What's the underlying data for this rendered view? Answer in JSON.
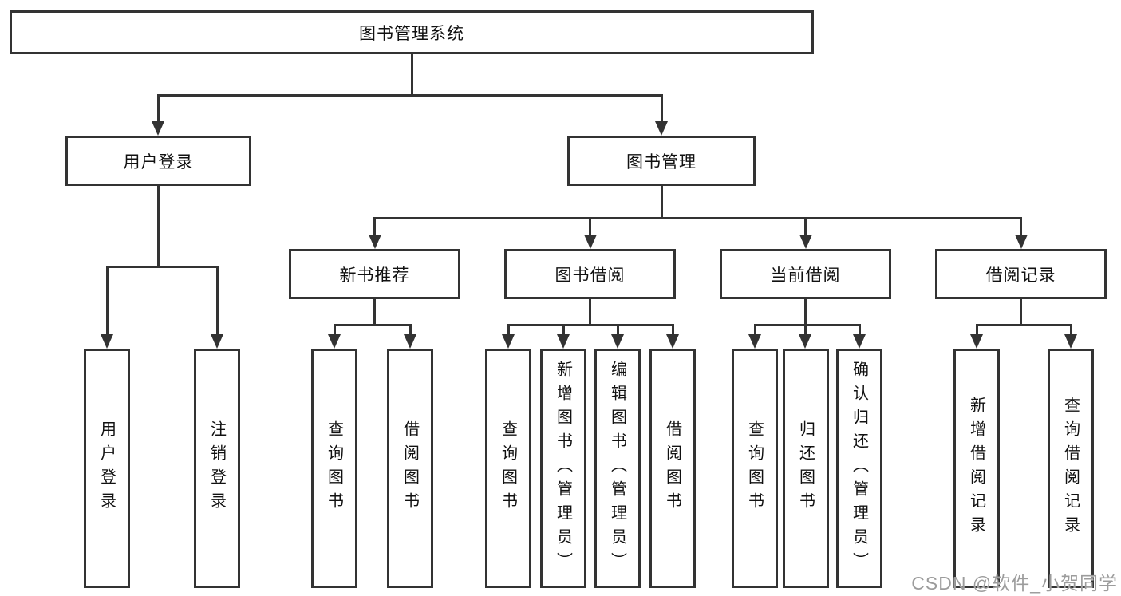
{
  "nodes": {
    "root": "图书管理系统",
    "level2": {
      "user_login": "用户登录",
      "book_management": "图书管理"
    },
    "level3": {
      "new_book_recommend": "新书推荐",
      "book_borrow": "图书借阅",
      "current_borrow": "当前借阅",
      "borrow_records": "借阅记录"
    },
    "leaves": {
      "login": [
        "用户登录",
        "注销登录"
      ],
      "recommend": [
        "查询图书",
        "借阅图书"
      ],
      "borrow": [
        "查询图书",
        "新增图书（管理员）",
        "编辑图书（管理员）",
        "借阅图书"
      ],
      "current": [
        "查询图书",
        "归还图书",
        "确认归还（管理员）"
      ],
      "records": [
        "新增借阅记录",
        "查询借阅记录"
      ]
    }
  },
  "watermark": {
    "text": "CSDN @软件_小贺同学"
  },
  "colors": {
    "line": "#333333",
    "text": "#111111",
    "background": "#ffffff",
    "watermark": "#9c9c9c"
  }
}
